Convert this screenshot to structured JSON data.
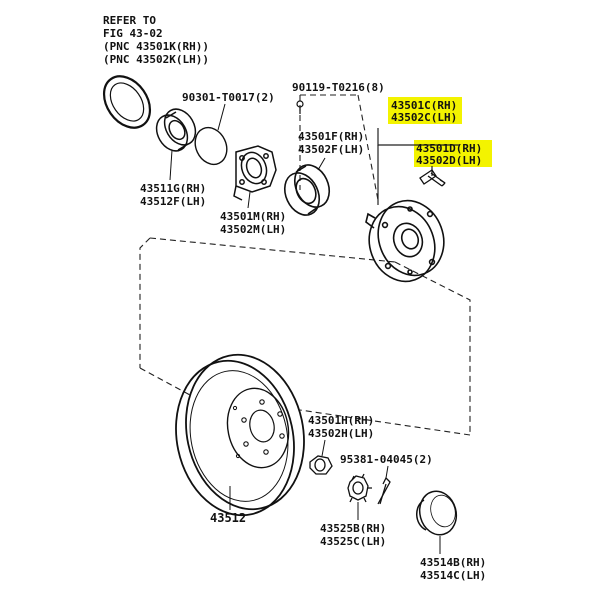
{
  "refer": {
    "line1": "REFER TO",
    "line2": "FIG 43-02",
    "line3": "(PNC 43501K(RH))",
    "line4": "(PNC 43502K(LH))"
  },
  "labels": {
    "oring": "90301-T0017(2)",
    "screw": "90119-T0216(8)",
    "hub_rh": "43501C(RH)",
    "hub_lh": "43502C(LH)",
    "stud_rh": "43501D(RH)",
    "stud_lh": "43502D(LH)",
    "bearing_rh": "43501F(RH)",
    "bearing_lh": "43502F(LH)",
    "seal_rh": "43511G(RH)",
    "seal_lh": "43512F(LH)",
    "knuckle_rh": "43501M(RH)",
    "knuckle_lh": "43502M(LH)",
    "nut_rh": "43501H(RH)",
    "nut_lh": "43502H(LH)",
    "pin": "95381-04045(2)",
    "rotor": "43512",
    "lock_rh": "43525B(RH)",
    "lock_lh": "43525C(LH)",
    "cap_rh": "43514B(RH)",
    "cap_lh": "43514C(LH)"
  },
  "colors": {
    "highlight": "#f3f300",
    "ink": "#111111"
  }
}
